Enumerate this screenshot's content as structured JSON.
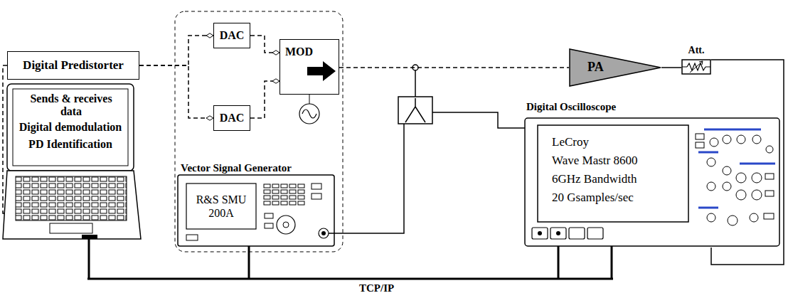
{
  "diagram": {
    "nodes": [
      {
        "text": [
          "Digital Predistorter"
        ]
      },
      {
        "text": [
          "Sends & receives data",
          "Digital demodulation",
          "PD Identification"
        ]
      },
      {
        "text": [
          "DAC"
        ]
      },
      {
        "text": [
          "DAC"
        ]
      },
      {
        "text": [
          "MOD"
        ]
      },
      {
        "text": [
          "Vector Signal Generator",
          "R&S SMU 200A"
        ]
      },
      {
        "text": [
          "PA"
        ]
      },
      {
        "text": [
          "Att."
        ]
      },
      {
        "text": [
          "Digital Oscilloscope",
          "LeCroy",
          "Wave Mastr 8600",
          "6GHz Bandwidth",
          "20 Gsamples/sec"
        ]
      }
    ],
    "edges": [
      {
        "from": 0,
        "to": 2,
        "arrow": "to"
      },
      {
        "from": 0,
        "to": 3,
        "arrow": "to"
      },
      {
        "from": 2,
        "to": 4,
        "arrow": "to"
      },
      {
        "from": 3,
        "to": 4,
        "arrow": "to"
      },
      {
        "from": 4,
        "to": 6,
        "arrow": "none"
      },
      {
        "from": 6,
        "to": 7,
        "arrow": "none"
      },
      {
        "from": 0,
        "to": 1,
        "arrow": "none"
      },
      {
        "from": 7,
        "to": 8,
        "arrow": "none"
      }
    ],
    "labels": [
      "TCP/IP"
    ]
  }
}
